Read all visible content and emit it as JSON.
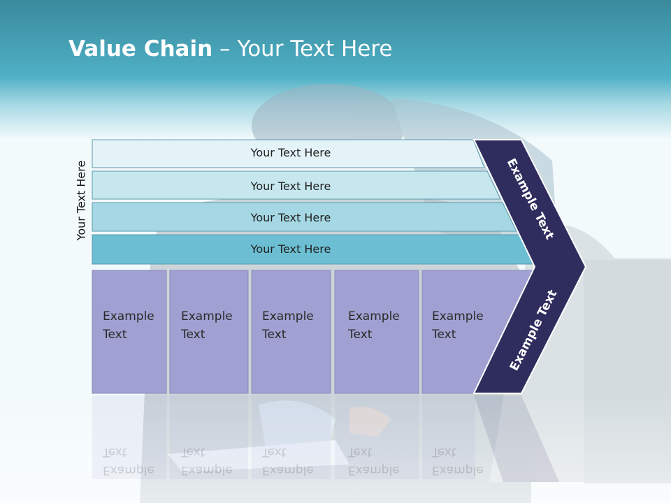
{
  "slide": {
    "title_bold": "Value Chain",
    "title_rest": " – Your Text Here",
    "side_label": "Your Text Here"
  },
  "bands": [
    {
      "label": "Your Text Here",
      "color": "#e4f3f8"
    },
    {
      "label": "Your Text Here",
      "color": "#c7e7ef"
    },
    {
      "label": "Your Text Here",
      "color": "#a5d8e4"
    },
    {
      "label": "Your Text Here",
      "color": "#6cbfd3"
    }
  ],
  "cells": [
    {
      "line1": "Example",
      "line2": "Text"
    },
    {
      "line1": "Example",
      "line2": "Text"
    },
    {
      "line1": "Example",
      "line2": "Text"
    },
    {
      "line1": "Example",
      "line2": "Text"
    },
    {
      "line1": "Example",
      "line2": "Text"
    }
  ],
  "chevron": {
    "upper_label": "Example Text",
    "lower_label": "Example Text",
    "color": "#2e2d5e"
  },
  "colors": {
    "header_teal": "#4aaec4",
    "cell_fill": "#a0a0d2"
  }
}
